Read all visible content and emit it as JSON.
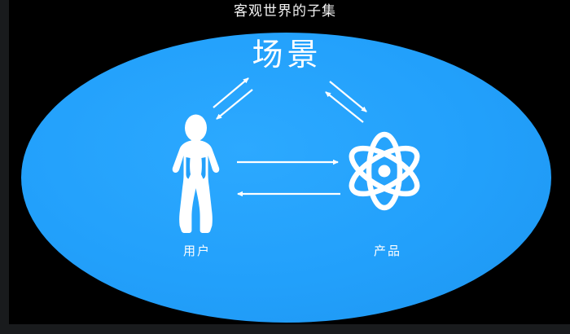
{
  "slide": {
    "title": "客观世界的子集",
    "background_color": "#000000",
    "chrome_color": "#191b1d"
  },
  "scene": {
    "label": "场景",
    "shape": "ellipse",
    "fill_color": "#22A0FB",
    "text_color": "#ffffff"
  },
  "entities": [
    {
      "id": "user",
      "label": "用户",
      "icon": "person-standing-icon",
      "color": "#ffffff"
    },
    {
      "id": "product",
      "label": "产品",
      "icon": "atom-icon",
      "color": "#ffffff"
    }
  ],
  "arrows": [
    {
      "id": "user-to-product",
      "direction": "right",
      "style": "horizontal",
      "color": "#ffffff"
    },
    {
      "id": "product-to-user",
      "direction": "left",
      "style": "horizontal",
      "color": "#ffffff"
    },
    {
      "id": "user-to-scene",
      "direction": "up-right",
      "style": "diagonal",
      "color": "#ffffff"
    },
    {
      "id": "scene-to-user",
      "direction": "down-left",
      "style": "diagonal",
      "color": "#ffffff"
    },
    {
      "id": "scene-to-product",
      "direction": "down-right",
      "style": "diagonal",
      "color": "#ffffff"
    },
    {
      "id": "product-to-scene",
      "direction": "up-left",
      "style": "diagonal",
      "color": "#ffffff"
    }
  ]
}
